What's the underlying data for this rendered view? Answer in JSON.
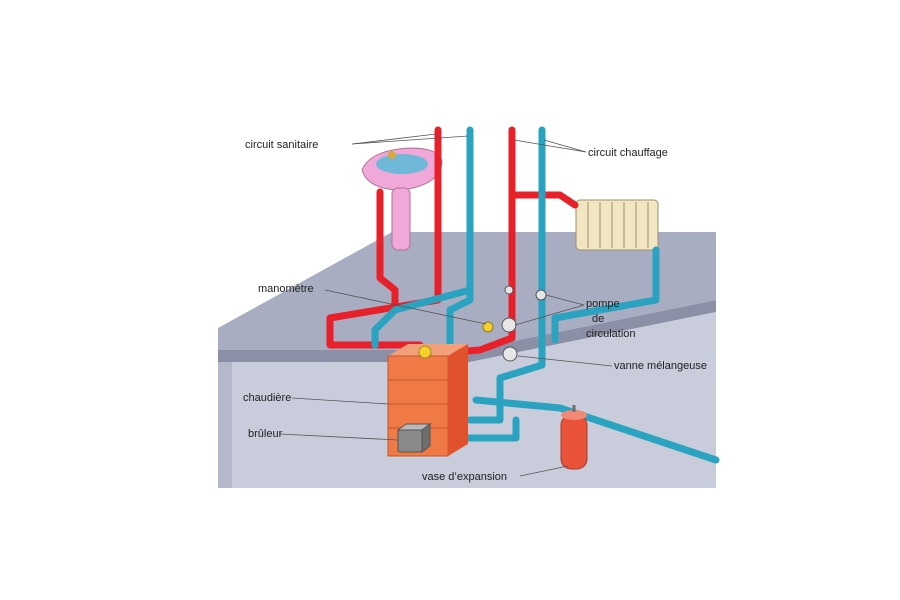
{
  "labels": {
    "circuit_sanitaire": "circuit sanitaire",
    "circuit_chauffage": "circuit chauffage",
    "manometre": "manomètre",
    "pompe_line1": "pompe",
    "pompe_line2": "de",
    "pompe_line3": "circulation",
    "vanne": "vanne mélangeuse",
    "chaudiere": "chaudière",
    "bruleur": "brûleur",
    "vase": "vase d’expansion"
  },
  "colors": {
    "hot_pipe": "#e8202a",
    "cold_pipe": "#2aa3c0",
    "floor_top": "#a9adc2",
    "floor_edge": "#8c90a6",
    "boiler_front": "#f07a45",
    "boiler_side": "#e0522b",
    "expansion_vessel": "#e8533a",
    "washbasin": "#f0a8d8",
    "radiator": "#f2e6c2"
  }
}
